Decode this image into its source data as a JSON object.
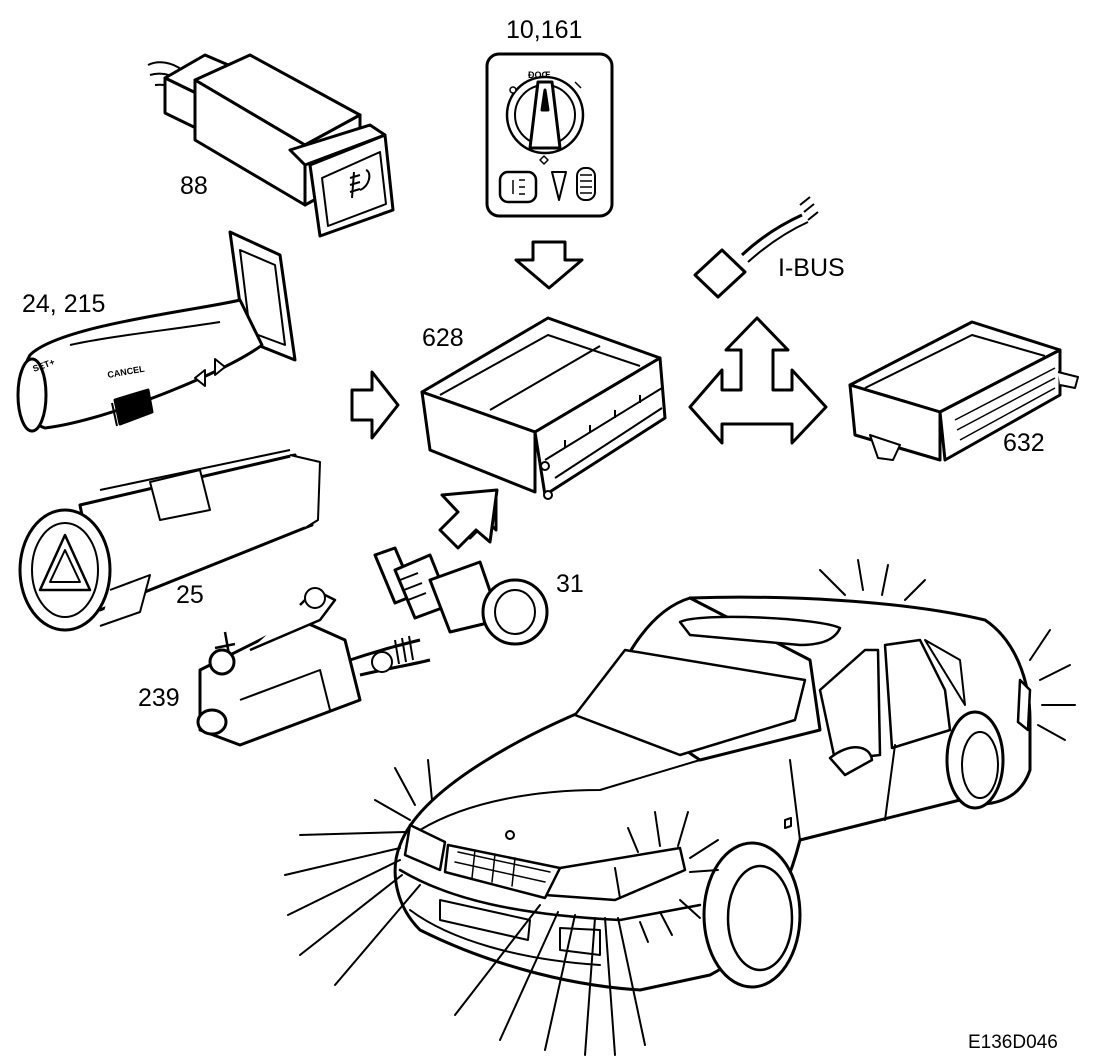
{
  "labels": {
    "c88": "88",
    "c10_161": "10,161",
    "c24_215": "24, 215",
    "c628": "628",
    "c632": "632",
    "c25": "25",
    "c31": "31",
    "c239": "239",
    "ibus": "I-BUS"
  },
  "stalk_text": {
    "cancel": "CANCEL",
    "set": "SET+"
  },
  "figure_code": "E136D046"
}
